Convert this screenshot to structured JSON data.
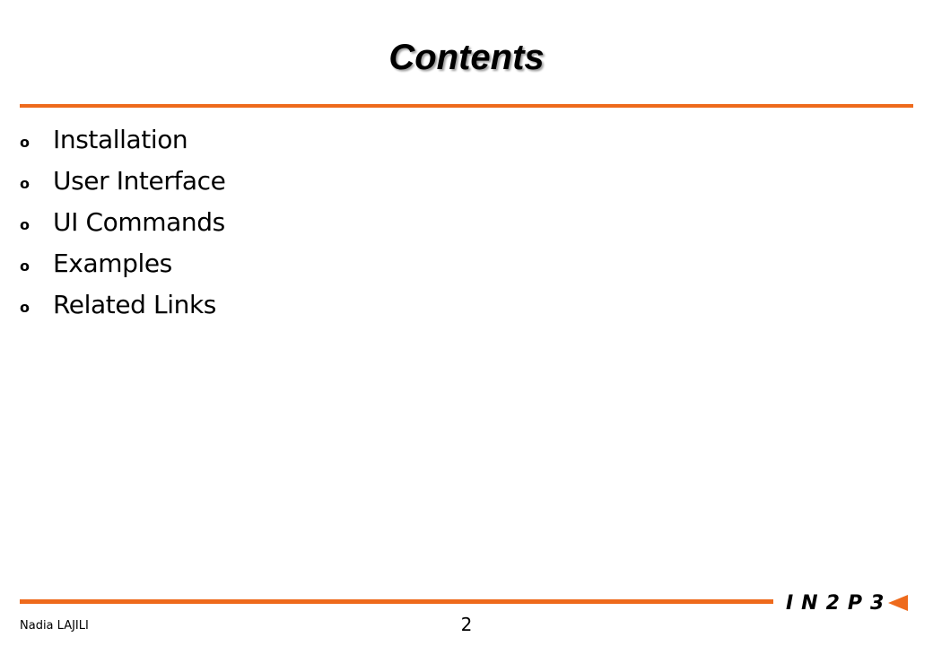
{
  "slide": {
    "title": "Contents",
    "bullet_marker": "o",
    "items": [
      {
        "label": "Installation"
      },
      {
        "label": "User Interface"
      },
      {
        "label": "UI Commands"
      },
      {
        "label": "Examples"
      },
      {
        "label": "Related Links"
      }
    ]
  },
  "footer": {
    "author": "Nadia LAJILI",
    "page_number": "2",
    "logo_text": "IN2P3"
  },
  "colors": {
    "accent": "#ee6a1c",
    "text": "#000000",
    "background": "#ffffff"
  }
}
